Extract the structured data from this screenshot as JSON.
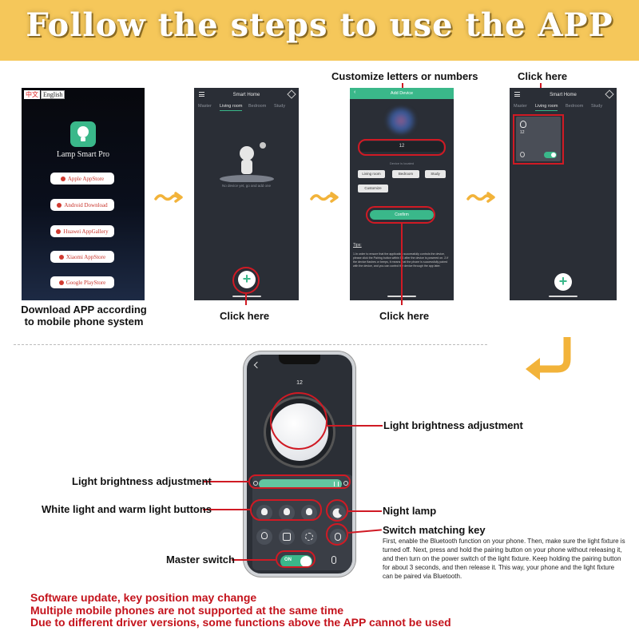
{
  "banner": {
    "title": "Follow the steps to use the APP"
  },
  "step1": {
    "lang_zh": "中文",
    "lang_en": "English",
    "app_name": "Lamp Smart Pro",
    "stores": [
      "Apple AppStore",
      "Android Download",
      "Huawei AppGallery",
      "Xiaomi AppStore",
      "Google PlayStore"
    ],
    "caption": "Download APP according to mobile phone system"
  },
  "step2": {
    "title": "Smart Home",
    "tabs": [
      "Master",
      "Living room",
      "Bedroom",
      "Study"
    ],
    "empty_text": "No device yet, go and add one",
    "caption": "Click here"
  },
  "step3": {
    "header": "Add Device",
    "name_value": "12",
    "device_located": "Device is located",
    "rooms": [
      "Living room",
      "Bedroom",
      "Study"
    ],
    "customize": "Customize",
    "confirm": "Confirm",
    "tips_title": "Tips:",
    "tips_body": "1.In order to ensure that the application successfully controls the device, please click the Pairing button within 5S after the device is powered on. 2.If the device flashes or beeps, it means that the phone is successfully paired with the device, and you can control the device through the app later.",
    "caption_top": "Customize letters or numbers",
    "caption_bottom": "Click here"
  },
  "step4": {
    "title": "Smart Home",
    "tabs": [
      "Master",
      "Living room",
      "Bedroom",
      "Study"
    ],
    "device_name": "12",
    "caption": "Click here"
  },
  "control": {
    "device_name": "12",
    "toggle_label": "ON",
    "labels": {
      "dial": "Light brightness adjustment",
      "slider": "Light brightness adjustment",
      "white_warm": "White light and warm light buttons",
      "night": "Night lamp",
      "pairing": "Switch matching key",
      "master": "Master switch"
    },
    "pairing_desc": "First, enable the Bluetooth function on your phone. Then, make sure the light fixture is turned off. Next, press and hold the pairing button on your phone without releasing it, and then turn on the power switch of the light fixture. Keep holding the pairing button for about 3 seconds, and then release it. This way, your phone and the light fixture can be paired via Bluetooth."
  },
  "notes": [
    "Software update, key position may change",
    "Multiple mobile phones are not supported at the same time",
    "Due to different driver versions, some functions above the APP cannot be used"
  ],
  "colors": {
    "banner": "#f5c75a",
    "accent_green": "#3ab88a",
    "highlight_red": "#d01a24",
    "note_red": "#c4131c",
    "arrow_orange": "#f2b33a"
  }
}
